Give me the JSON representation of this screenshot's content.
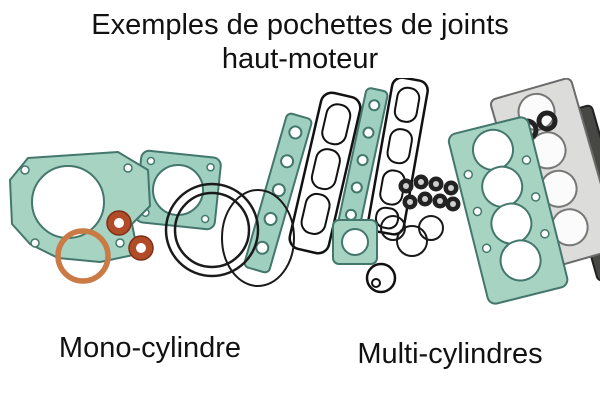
{
  "title": {
    "line1": "Exemples de pochettes de joints",
    "line2": "haut-moteur"
  },
  "labels": {
    "mono": "Mono-cylindre",
    "multi": "Multi-cylindres"
  },
  "colors": {
    "background": "#ffffff",
    "text": "#111111",
    "teal_gasket": "#a7d3c3",
    "teal_outline": "#44776b",
    "orange_oring_small": "#b14c28",
    "orange_ring_large": "#c97a45",
    "black_rings": "#1a1a1a",
    "gray_gasket": "#dcdcda"
  }
}
